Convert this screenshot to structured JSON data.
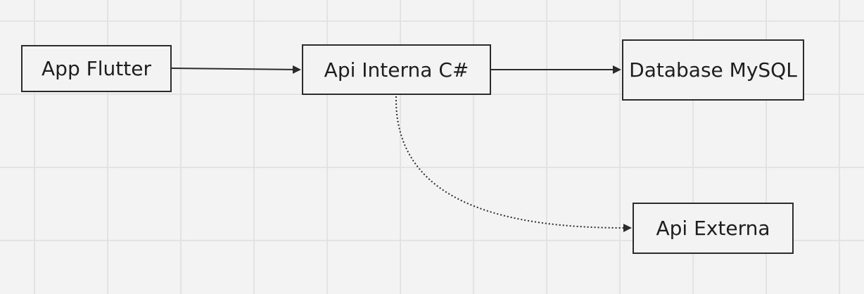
{
  "diagram": {
    "nodes": [
      {
        "id": "app",
        "label": "App Flutter"
      },
      {
        "id": "api",
        "label": "Api Interna C#"
      },
      {
        "id": "db",
        "label": "Database MySQL"
      },
      {
        "id": "ext",
        "label": "Api Externa"
      }
    ],
    "edges": [
      {
        "from": "app",
        "to": "api",
        "style": "solid"
      },
      {
        "from": "api",
        "to": "db",
        "style": "solid"
      },
      {
        "from": "api",
        "to": "ext",
        "style": "dotted"
      }
    ]
  },
  "colors": {
    "background": "#f3f3f3",
    "grid": "#e3e3e3",
    "stroke": "#2b2b2b",
    "text": "#1e1e1e"
  }
}
